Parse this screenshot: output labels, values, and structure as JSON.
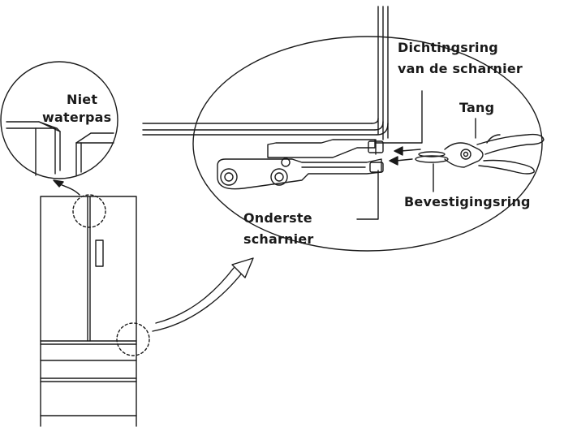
{
  "labels": {
    "niet_line1": "Niet",
    "niet_line2": "waterpas",
    "seal_line1": "Dichtingsring",
    "seal_line2": "van de scharnier",
    "tang": "Tang",
    "ring": "Bevestigingsring",
    "hinge_line1": "Onderste",
    "hinge_line2": "scharnier"
  },
  "colors": {
    "ink": "#1a1a1a",
    "paper": "#ffffff"
  }
}
